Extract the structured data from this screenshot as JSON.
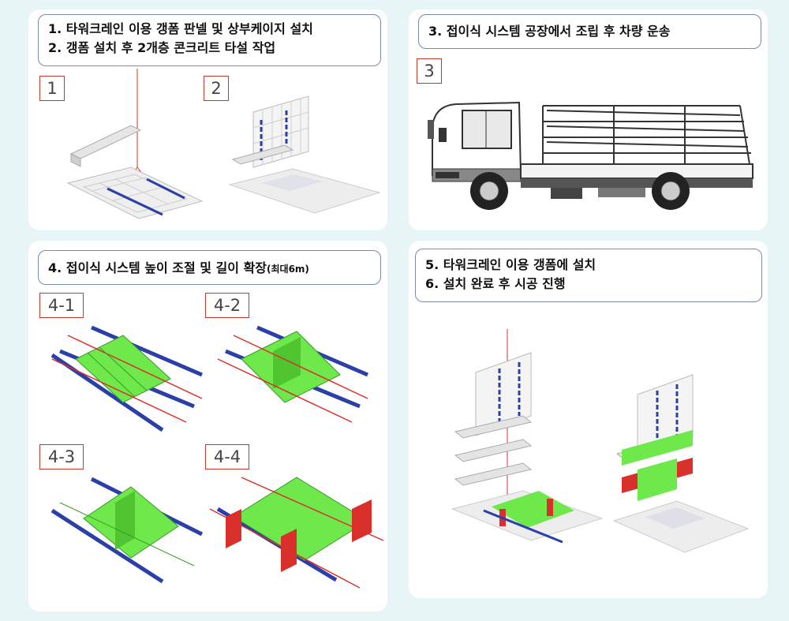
{
  "panels": {
    "p1": {
      "line1": "1.  타워크레인 이용 갱폼 판넬 및 상부케이지 설치",
      "line2": "2.  갱폼 설치 후 2개층 콘크리트 타설 작업",
      "tags": [
        "1",
        "2"
      ]
    },
    "p3": {
      "line1": "3. 접이식 시스템 공장에서 조립 후 차량 운송",
      "tags": [
        "3"
      ]
    },
    "p4": {
      "line1": "4. 접이식 시스템 높이 조절 및 길이 확장",
      "note": "(최대6m)",
      "tags": [
        "4-1",
        "4-2",
        "4-3",
        "4-4"
      ]
    },
    "p5": {
      "line1": "5. 타워크레인 이용 갱폼에 설치",
      "line2": "6. 설치 완료 후 시공 진행"
    }
  },
  "colors": {
    "background": "#e8f5f7",
    "tag_border": "#c0392b",
    "frame_green": "#6ee84a",
    "frame_red": "#d9302b",
    "rail_blue": "#2b3fa8",
    "crane_line": "#c0392b"
  },
  "icons": [
    "truck-icon",
    "gangform-icon",
    "folding-system-icon"
  ]
}
